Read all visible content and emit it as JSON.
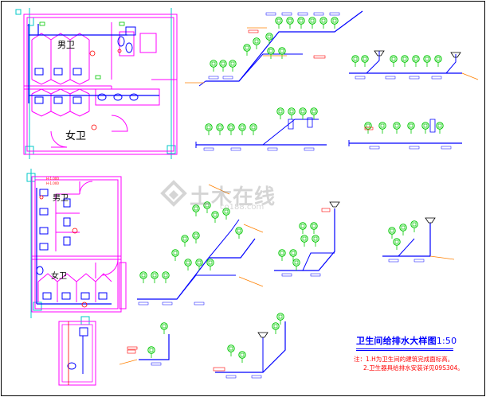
{
  "drawing": {
    "title": "卫生间给排水大样图",
    "scale": "1:50",
    "notes_prefix": "注：",
    "notes": [
      "1.H为卫生间的建筑完成面标高。",
      "2.卫生器具给排水安装详见09S304。"
    ]
  },
  "rooms": {
    "men_top": "男卫",
    "women_top": "女卫",
    "men_bottom": "男卫",
    "women_bottom": "女卫"
  },
  "watermark": {
    "text": "土木在线",
    "sub": "co188.com"
  },
  "colors": {
    "wall": "#ff00ff",
    "pipe": "#0000ff",
    "fixture_green": "#00c800",
    "grid": "#00c8c8",
    "annotation": "#ff8000",
    "note_red": "#ff0000",
    "title_blue": "#0000ff"
  }
}
